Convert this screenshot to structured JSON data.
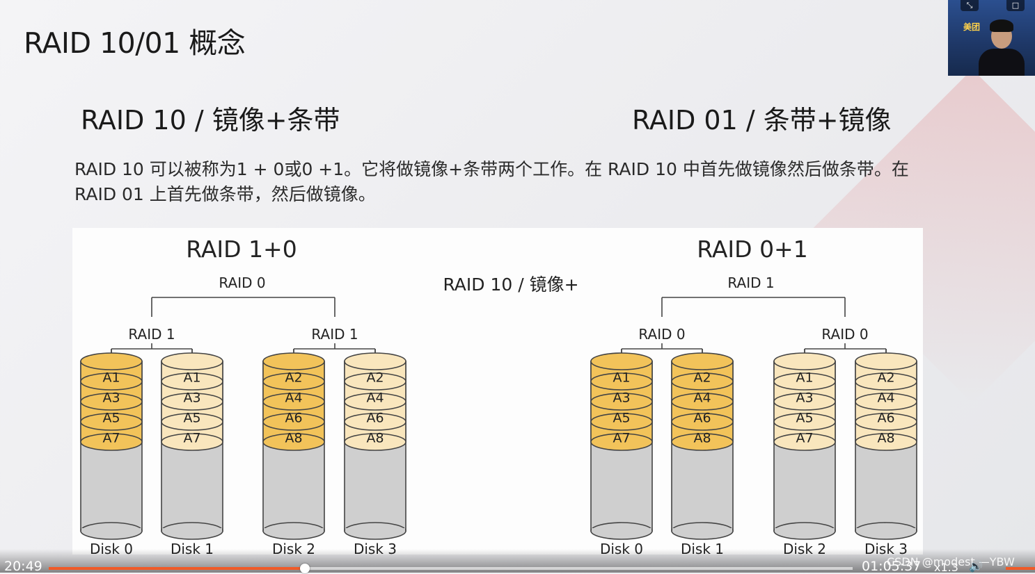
{
  "slide": {
    "title": "RAID 10/01 概念",
    "subtitle_left": "RAID 10 / 镜像+条带",
    "subtitle_right": "RAID 01 / 条带+镜像",
    "description": "RAID 10 可以被称为1 + 0或0 +1。它将做镜像+条带两个工作。在 RAID 10 中首先做镜像然后做条带。在 RAID 01 上首先做条带，然后做镜像。"
  },
  "diagram": {
    "center_label": "RAID 10 / 镜像+",
    "left": {
      "title": "RAID 1+0",
      "top_label": "RAID 0",
      "group_labels": [
        "RAID 1",
        "RAID 1"
      ],
      "disks": [
        {
          "name": "Disk 0",
          "blocks": [
            "A1",
            "A3",
            "A5",
            "A7"
          ],
          "shade": "dark"
        },
        {
          "name": "Disk 1",
          "blocks": [
            "A1",
            "A3",
            "A5",
            "A7"
          ],
          "shade": "light"
        },
        {
          "name": "Disk 2",
          "blocks": [
            "A2",
            "A4",
            "A6",
            "A8"
          ],
          "shade": "dark"
        },
        {
          "name": "Disk 3",
          "blocks": [
            "A2",
            "A4",
            "A6",
            "A8"
          ],
          "shade": "light"
        }
      ]
    },
    "right": {
      "title": "RAID 0+1",
      "top_label": "RAID 1",
      "group_labels": [
        "RAID 0",
        "RAID 0"
      ],
      "disks": [
        {
          "name": "Disk 0",
          "blocks": [
            "A1",
            "A3",
            "A5",
            "A7"
          ],
          "shade": "dark"
        },
        {
          "name": "Disk 1",
          "blocks": [
            "A2",
            "A4",
            "A6",
            "A8"
          ],
          "shade": "dark"
        },
        {
          "name": "Disk 2",
          "blocks": [
            "A1",
            "A3",
            "A5",
            "A7"
          ],
          "shade": "light"
        },
        {
          "name": "Disk 3",
          "blocks": [
            "A2",
            "A4",
            "A6",
            "A8"
          ],
          "shade": "light"
        }
      ]
    },
    "colors": {
      "dark_block": "#f2c35a",
      "light_block": "#f9e6bd",
      "disk_body": "#cfcfcf",
      "stroke": "#444444"
    }
  },
  "player": {
    "current_time": "20:49",
    "total_time": "01:05:37",
    "speed": "x1.3",
    "progress": 0.319,
    "watermark": "CSDN @modest —YBW",
    "accent": "#f05a28"
  },
  "webcam": {
    "banner": "美团"
  }
}
